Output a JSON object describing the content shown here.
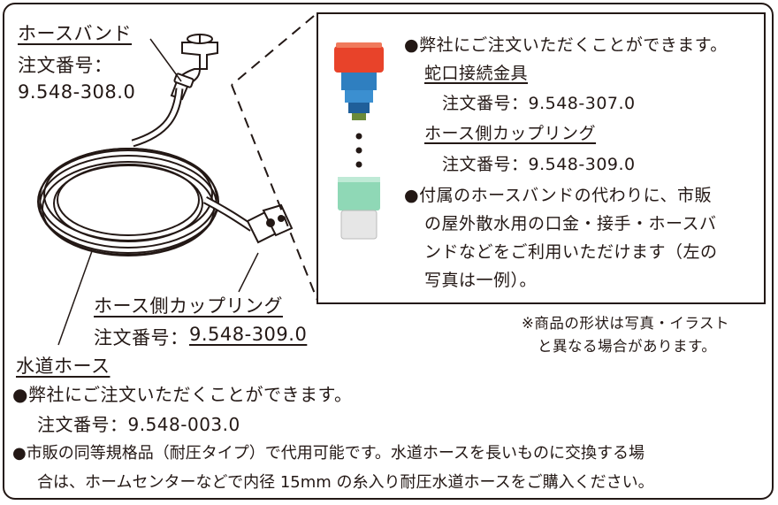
{
  "hose_band": {
    "title": "ホースバンド",
    "order_label": "注文番号：",
    "order_number": "9.548-308.0"
  },
  "inset": {
    "line1": "●弊社にご注文いただくことができます。",
    "faucet_connector_title": "蛇口接続金具",
    "faucet_connector_order": "注文番号：9.548-307.0",
    "hose_coupling_title": "ホース側カップリング",
    "hose_coupling_order": "注文番号：9.548-309.0",
    "note_line1": "●付属のホースバンドの代わりに、市販",
    "note_line2": "の屋外散水用の口金・接手・ホースバ",
    "note_line3": "ンドなどをご利用いただけます（左の",
    "note_line4": "写真は一例）。"
  },
  "disclaimer": {
    "line1": "※商品の形状は写真・イラスト",
    "line2": "と異なる場合があります。"
  },
  "coupling": {
    "title": "ホース側カップリング",
    "order_label": "注文番号：",
    "order_number": "9.548-309.0"
  },
  "water_hose": {
    "title": "水道ホース",
    "line1": "●弊社にご注文いただくことができます。",
    "order": "注文番号：9.548-003.0",
    "line2": "●市販の同等規格品（耐圧タイプ）で代用可能です。水道ホースを長いものに交換する場",
    "line3": "合は、ホームセンターなどで内径 15mm の糸入り耐圧水道ホースをご購入ください。"
  },
  "colors": {
    "ink": "#231815",
    "connector_red": "#e8432a",
    "connector_blue": "#2f7fc0",
    "coupling_green": "#8fd8b6"
  }
}
